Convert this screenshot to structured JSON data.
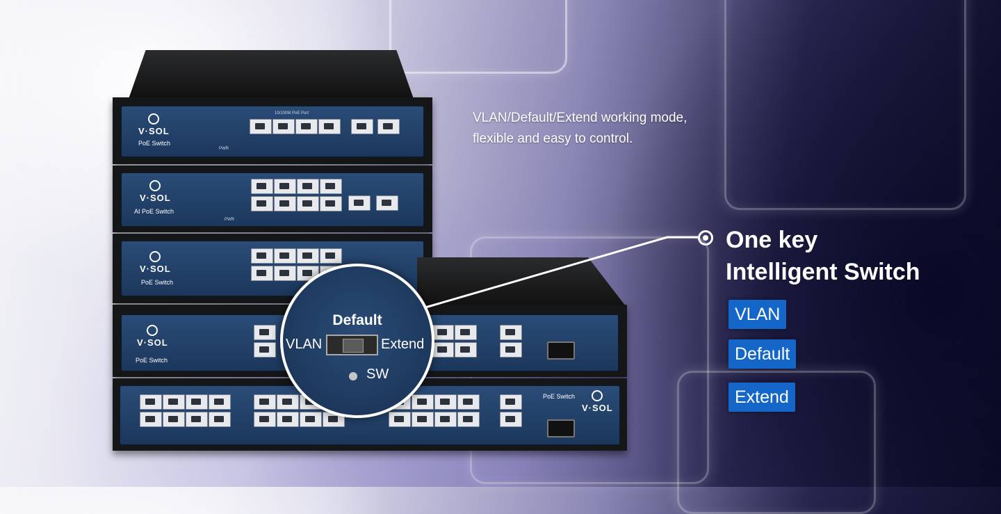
{
  "text": {
    "tagline_line1": "VLAN/Default/Extend working mode,",
    "tagline_line2": "flexible and easy to control.",
    "headline_line1": "One key",
    "headline_line2": "Intelligent Switch"
  },
  "modes": [
    "VLAN",
    "Default",
    "Extend"
  ],
  "magnifier": {
    "top_label": "Default",
    "left_label": "VLAN",
    "right_label": "Extend",
    "led_label": "SW"
  },
  "products": {
    "brand": "V·SOL",
    "unit1_model": "PoE Switch",
    "unit1_port_header": "10/100M PoE Port",
    "unit2_model": "AI PoE Switch",
    "unit3_model": "PoE Switch",
    "unit4_model": "PoE Switch",
    "unit5_model": "PoE Switch",
    "led_pwr": "PWR"
  },
  "colors": {
    "mode_pill": "#1466c8",
    "panel": "#1c375c"
  }
}
